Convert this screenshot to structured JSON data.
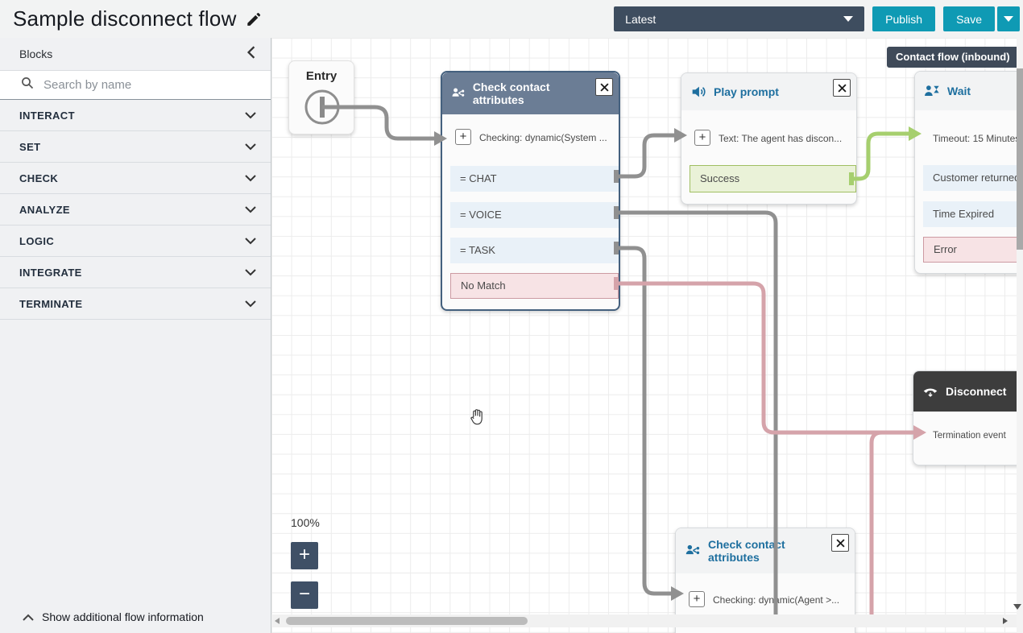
{
  "header": {
    "title": "Sample disconnect flow",
    "version_selected": "Latest",
    "publish_label": "Publish",
    "save_label": "Save"
  },
  "sidebar": {
    "panel_title": "Blocks",
    "search_placeholder": "Search by name",
    "categories": [
      "INTERACT",
      "SET",
      "CHECK",
      "ANALYZE",
      "LOGIC",
      "INTEGRATE",
      "TERMINATE"
    ],
    "footer_label": "Show additional flow information"
  },
  "canvas": {
    "type_badge": "Contact flow (inbound)",
    "zoom": {
      "level": "100%",
      "in": "+",
      "out": "−"
    },
    "glyphs": {
      "expand": "+"
    },
    "blocks": {
      "entry": {
        "title": "Entry"
      },
      "check_attributes_1": {
        "title": "Check contact attributes",
        "param": "Checking: dynamic(System ...",
        "branches": [
          "= CHAT",
          "= VOICE",
          "= TASK"
        ],
        "no_match": "No Match"
      },
      "play_prompt": {
        "title": "Play prompt",
        "param": "Text: The agent has discon...",
        "success": "Success"
      },
      "wait": {
        "title": "Wait",
        "param": "Timeout: 15 Minutes",
        "branches": [
          "Customer returned",
          "Time Expired"
        ],
        "error": "Error"
      },
      "disconnect": {
        "title": "Disconnect",
        "param": "Termination event"
      },
      "check_attributes_2": {
        "title": "Check contact attributes",
        "param": "Checking: dynamic(Agent >..."
      }
    }
  },
  "colors": {
    "accent_teal": "#0f9ab4",
    "toolbar_slate": "#3e4d5f",
    "selected_block_header": "#6b7d95",
    "block_title_blue": "#1e6f9f",
    "branch_row_blue": "#e9f1f8",
    "success_bg": "#eaf2d8",
    "success_border": "#a0bf62",
    "error_bg": "#f7e3e5",
    "error_border": "#cc9aa2",
    "connector_gray": "#909090",
    "connector_pink": "#d5a3aa",
    "connector_green": "#a6cf6e",
    "disconnect_header": "#3d3d3d",
    "badge_bg": "#3f4a59"
  }
}
